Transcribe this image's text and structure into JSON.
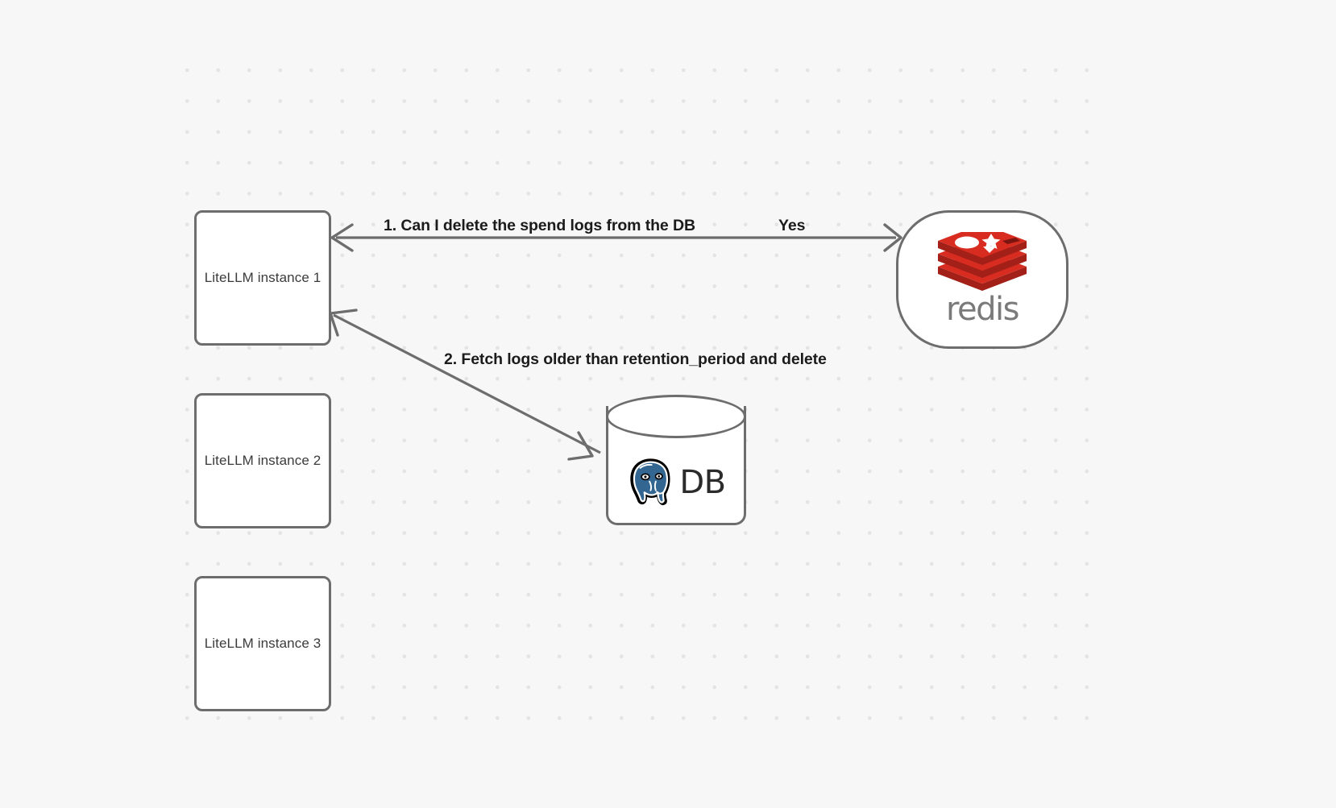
{
  "diagram": {
    "type": "flow-diagram",
    "background_color": "#f7f7f7",
    "grid": "dot-grid",
    "nodes": [
      {
        "id": "litellm-1",
        "label": "LiteLLM instance 1",
        "shape": "rounded-rect"
      },
      {
        "id": "litellm-2",
        "label": "LiteLLM instance 2",
        "shape": "rounded-rect"
      },
      {
        "id": "litellm-3",
        "label": "LiteLLM instance 3",
        "shape": "rounded-rect"
      },
      {
        "id": "redis",
        "label": "redis",
        "shape": "stadium",
        "icon": "redis-logo-icon",
        "brand_color": "#d82c20"
      },
      {
        "id": "db",
        "label": "DB",
        "shape": "cylinder",
        "icon": "postgresql-elephant-icon",
        "brand_color": "#336791"
      }
    ],
    "edges": [
      {
        "id": "edge-1",
        "from": "litellm-1",
        "to": "redis",
        "direction": "both",
        "label": "1.  Can I delete the spend logs from the DB",
        "reply_label": "Yes"
      },
      {
        "id": "edge-2",
        "from": "litellm-1",
        "to": "db",
        "direction": "both",
        "label": "2.  Fetch logs older than retention_period and delete"
      }
    ]
  }
}
